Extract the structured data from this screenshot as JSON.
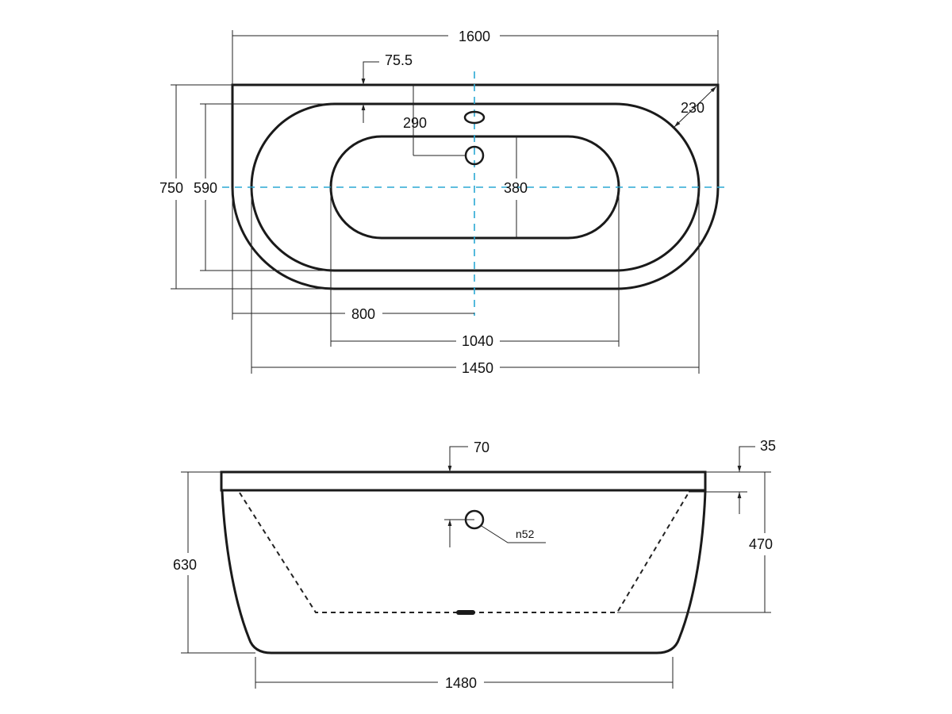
{
  "top_view": {
    "dims": {
      "overall_length": "1600",
      "rim_offset": "75.5",
      "overflow_distance": "290",
      "corner_radius": "230",
      "overall_width": "750",
      "inner_width": "590",
      "bottom_width": "380",
      "center_offset": "800",
      "bottom_length": "1040",
      "inner_length": "1450"
    }
  },
  "side_view": {
    "dims": {
      "rim_thickness": "70",
      "rim_step": "35",
      "overflow_diameter": "n52",
      "overall_height": "630",
      "inner_depth": "470",
      "base_length": "1480"
    }
  },
  "colors": {
    "centerline": "#2aa8d4",
    "lines": "#1a1a1a"
  }
}
